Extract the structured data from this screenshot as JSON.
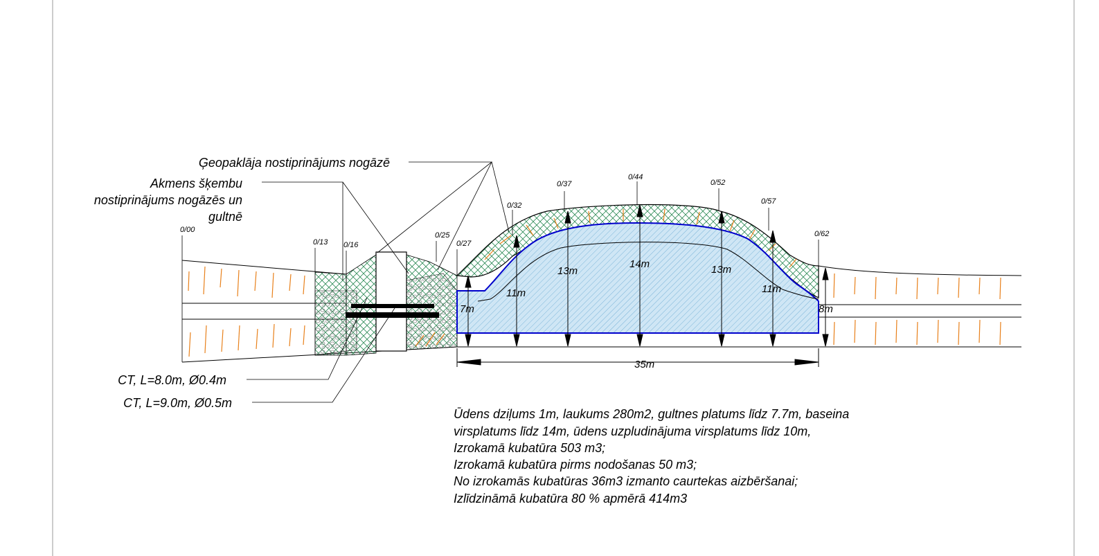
{
  "annotations": {
    "geomat": "Ģeopaklāja nostiprinājums nogāzē",
    "stone_lines": [
      "Akmens šķembu",
      "nostiprinājums nogāzēs un",
      "gultnē"
    ],
    "culvert1": "CT, L=8.0m, Ø0.4m",
    "culvert2": "CT, L=9.0m, Ø0.5m"
  },
  "stations": [
    "0/00",
    "0/13",
    "0/16",
    "0/25",
    "0/27",
    "0/32",
    "0/37",
    "0/44",
    "0/52",
    "0/57",
    "0/62"
  ],
  "widths": [
    "7m",
    "11m",
    "13m",
    "14m",
    "13m",
    "11m",
    "8m"
  ],
  "length": "35m",
  "notes": [
    "Ūdens dziļums 1m, laukums 280m2, gultnes platums līdz 7.7m, baseina",
    "virsplatums līdz 14m, ūdens uzpludinājuma virsplatums līdz 10m,",
    "Izrokamā kubatūra 503 m3;",
    "Izrokamā kubatūra pirms nodošanas 50 m3;",
    "No izrokamās kubatūras 36m3 izmanto caurtekas aizbēršanai;",
    "Izlīdzināmā kubatūra 80 % apmērā 414m3"
  ],
  "colors": {
    "water_fill": "#cfe6f5",
    "water_outline": "#0000cc",
    "geomat": "#2e8b57",
    "hatch": "#e8801a"
  }
}
